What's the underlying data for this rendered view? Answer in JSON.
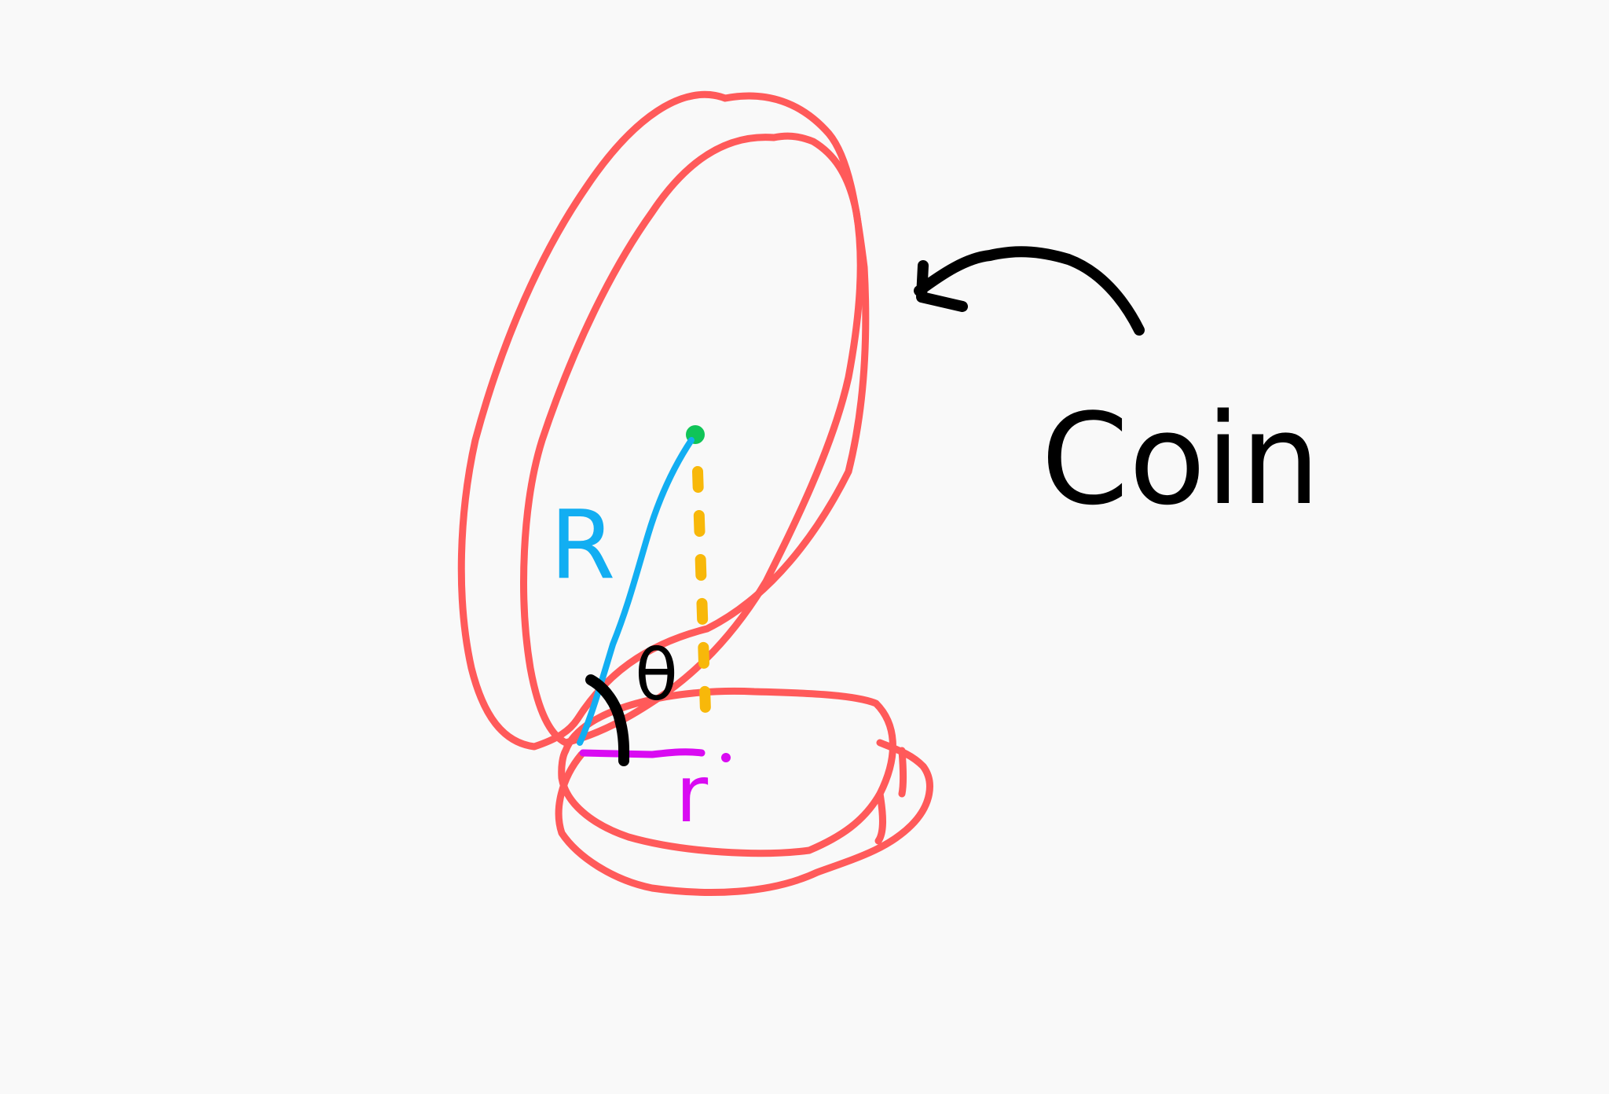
{
  "diagram": {
    "labels": {
      "coin": "Coin",
      "big_radius": "R",
      "small_radius": "r",
      "angle": "θ"
    },
    "icons": {
      "arrow": "curved-arrow-icon"
    },
    "colors": {
      "background": "#f9f9f9",
      "coin_outline": "#ff5a5a",
      "big_radius": "#12aef2",
      "small_radius": "#d90bf2",
      "height_dash": "#f8b80a",
      "center_point": "#10c458",
      "annotation": "#000000"
    }
  }
}
